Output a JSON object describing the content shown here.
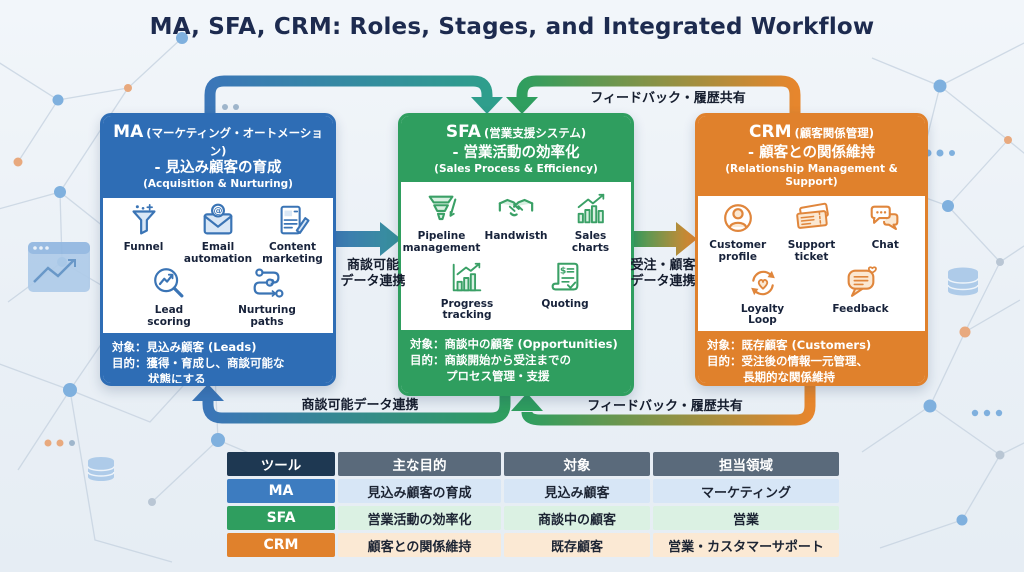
{
  "title": "MA, SFA, CRM: Roles, Stages, and Integrated Workflow",
  "colors": {
    "ma_blue": "#2e6db5",
    "sfa_green": "#2f9e5f",
    "crm_orange": "#e0812c",
    "background": "#eaf0f6",
    "title_text": "#1d2b4f"
  },
  "arrows": {
    "top_feedback_label": "フィードバック・履歴共有",
    "ma_to_sfa_line1": "商談可能",
    "ma_to_sfa_line2": "データ連携",
    "sfa_to_crm_line1": "受注・顧客",
    "sfa_to_crm_line2": "データ連携",
    "bottom_left_label": "商談可能データ連携",
    "bottom_right_label": "フィードバック・履歴共有"
  },
  "boxes": {
    "ma": {
      "name": "MA",
      "name_suffix": "(マーケティング・オートメーション)",
      "subtitle": "- 見込み顧客の育成",
      "subtitle_en": "(Acquisition & Nurturing)",
      "icons": [
        {
          "name": "funnel-icon",
          "label": "Funnel"
        },
        {
          "name": "email-automation-icon",
          "label": "Email automation"
        },
        {
          "name": "content-marketing-icon",
          "label": "Content marketing"
        },
        {
          "name": "lead-scoring-icon",
          "label": "Lead scoring"
        },
        {
          "name": "nurturing-paths-icon",
          "label": "Nurturing paths"
        }
      ],
      "target": "対象：見込み顧客 (Leads)",
      "purpose_line1": "目的：獲得・育成し、商談可能な",
      "purpose_line2": "状態にする"
    },
    "sfa": {
      "name": "SFA",
      "name_suffix": "(営業支援システム)",
      "subtitle": "- 営業活動の効率化",
      "subtitle_en": "(Sales Process & Efficiency)",
      "icons": [
        {
          "name": "pipeline-management-icon",
          "label": "Pipeline management"
        },
        {
          "name": "handshake-icon",
          "label": "Handwisth"
        },
        {
          "name": "sales-charts-icon",
          "label": "Sales charts"
        },
        {
          "name": "progress-tracking-icon",
          "label": "Progress tracking"
        },
        {
          "name": "quoting-icon",
          "label": "Quoting"
        }
      ],
      "target": "対象：商談中の顧客 (Opportunities)",
      "purpose_line1": "目的：商談開始から受注までの",
      "purpose_line2": "プロセス管理・支援"
    },
    "crm": {
      "name": "CRM",
      "name_suffix": "(顧客関係管理)",
      "subtitle": "- 顧客との関係維持",
      "subtitle_en": "(Relationship Management & Support)",
      "icons": [
        {
          "name": "customer-profile-icon",
          "label": "Customer profile"
        },
        {
          "name": "support-ticket-icon",
          "label": "Support ticket"
        },
        {
          "name": "chat-icon",
          "label": "Chat"
        },
        {
          "name": "loyalty-loop-icon",
          "label": "Loyalty Loop"
        },
        {
          "name": "feedback-icon",
          "label": "Feedback"
        }
      ],
      "target": "対象：既存顧客 (Customers)",
      "purpose_line1": "目的：受注後の情報一元管理、",
      "purpose_line2": "長期的な関係維持"
    }
  },
  "table": {
    "headers": [
      "ツール",
      "主な目的",
      "対象",
      "担当領域"
    ],
    "rows": [
      {
        "tool": "MA",
        "cells": [
          "見込み顧客の育成",
          "見込み顧客",
          "マーケティング"
        ]
      },
      {
        "tool": "SFA",
        "cells": [
          "営業活動の効率化",
          "商談中の顧客",
          "営業"
        ]
      },
      {
        "tool": "CRM",
        "cells": [
          "顧客との関係維持",
          "既存顧客",
          "営業・カスタマーサポート"
        ]
      }
    ]
  }
}
